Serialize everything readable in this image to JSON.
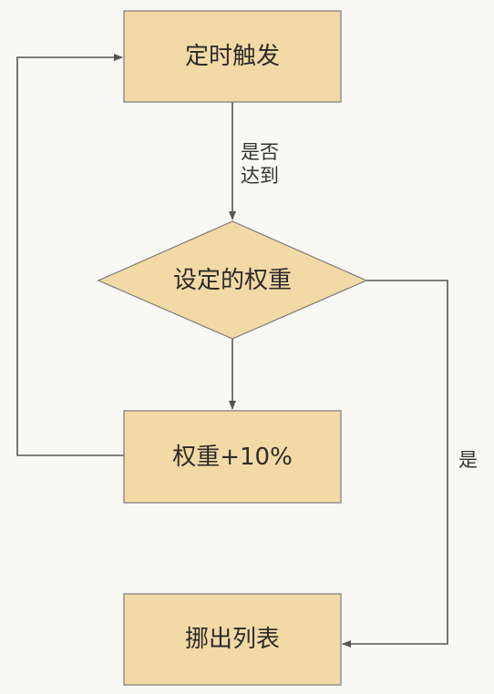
{
  "diagram": {
    "nodes": {
      "timer": {
        "label": "定时触发"
      },
      "decision": {
        "label": "设定的权重"
      },
      "increase": {
        "label": "权重+10%"
      },
      "remove": {
        "label": "挪出列表"
      }
    },
    "edges": {
      "timer_to_decision": {
        "label_line1": "是否",
        "label_line2": "达到"
      },
      "decision_to_remove": {
        "label": "是"
      }
    },
    "colors": {
      "node_fill": "#f3d9a5",
      "node_stroke": "#7a7a7a",
      "edge": "#555555",
      "background": "#f8f8f5"
    }
  }
}
